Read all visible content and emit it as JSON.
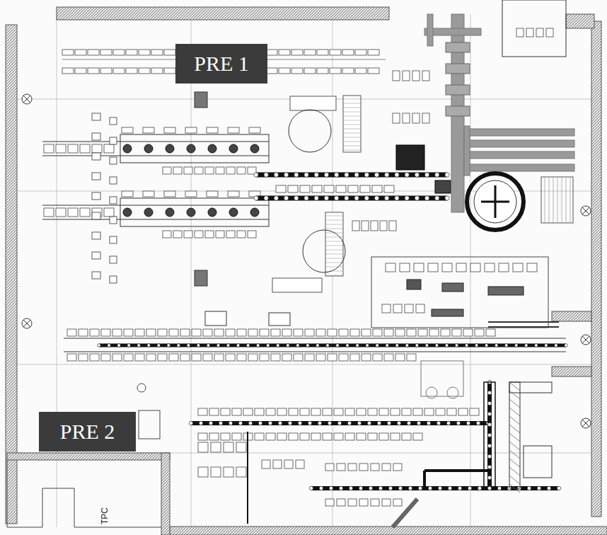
{
  "diagram": {
    "nodes": [
      {
        "text": [
          "PRE 1"
        ]
      },
      {
        "text": [
          "PRE 2"
        ]
      }
    ],
    "labels": [
      "TPC"
    ]
  }
}
